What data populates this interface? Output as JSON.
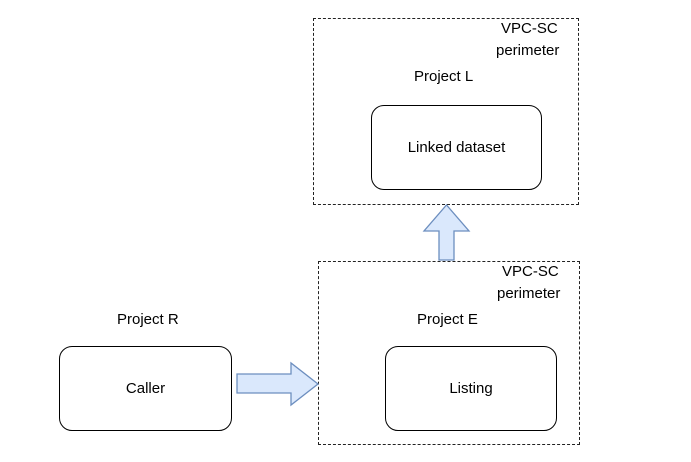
{
  "perimeter_top": {
    "title_line1": "VPC-SC",
    "title_line2": "perimeter",
    "project": "Project L",
    "node": "Linked dataset"
  },
  "perimeter_bottom": {
    "title_line1": "VPC-SC",
    "title_line2": "perimeter",
    "project": "Project E",
    "node": "Listing"
  },
  "outside": {
    "project": "Project R",
    "node": "Caller"
  },
  "colors": {
    "arrow_fill": "#dae8fc",
    "arrow_stroke": "#6c8ebf"
  }
}
